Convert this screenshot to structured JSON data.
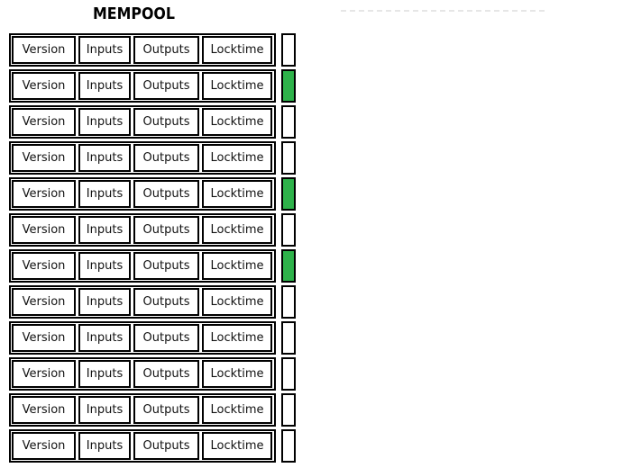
{
  "title": "MEMPOOL",
  "columns": [
    "Version",
    "Inputs",
    "Outputs",
    "Locktime"
  ],
  "transactions": [
    {
      "status": "white"
    },
    {
      "status": "green"
    },
    {
      "status": "white"
    },
    {
      "status": "white"
    },
    {
      "status": "green"
    },
    {
      "status": "white"
    },
    {
      "status": "green"
    },
    {
      "status": "white"
    },
    {
      "status": "white"
    },
    {
      "status": "white"
    },
    {
      "status": "white"
    },
    {
      "status": "white"
    }
  ],
  "colors": {
    "highlight_green": "#2eb24a",
    "border": "#000000",
    "dashed_line": "#e6e6e6"
  }
}
